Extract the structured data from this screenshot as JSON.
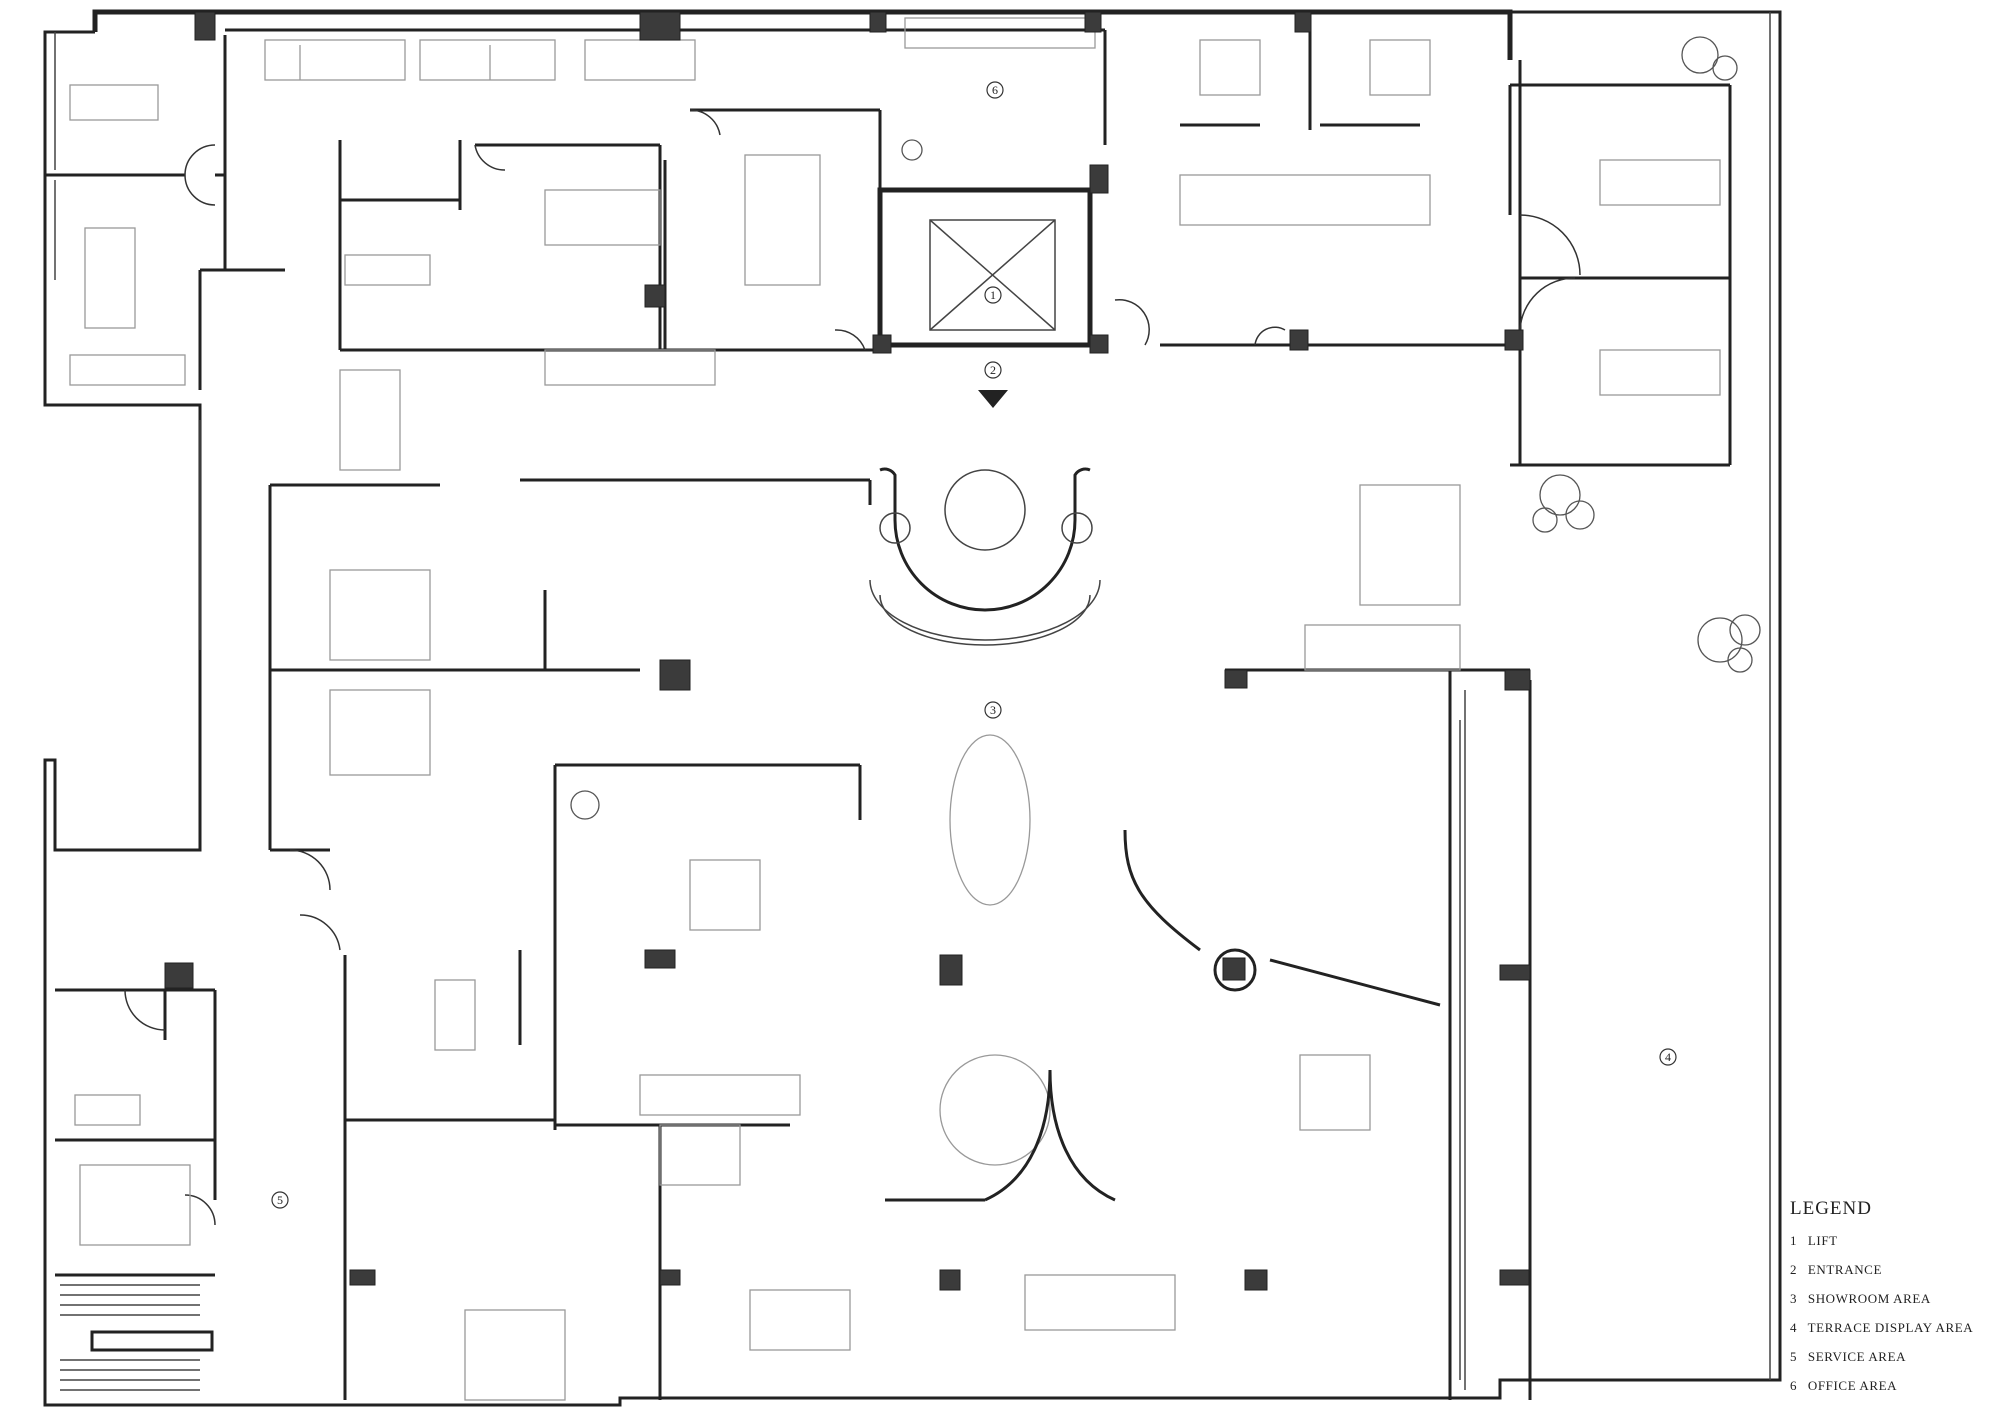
{
  "legend": {
    "title": "LEGEND",
    "items": [
      {
        "number": "1",
        "label": "LIFT"
      },
      {
        "number": "2",
        "label": "ENTRANCE"
      },
      {
        "number": "3",
        "label": "SHOWROOM AREA"
      },
      {
        "number": "4",
        "label": "TERRACE DISPLAY AREA"
      },
      {
        "number": "5",
        "label": "SERVICE AREA"
      },
      {
        "number": "6",
        "label": "OFFICE AREA"
      }
    ]
  },
  "markers": {
    "lift": "1",
    "entrance": "2",
    "showroom": "3",
    "terrace": "4",
    "service": "5",
    "office": "6"
  }
}
